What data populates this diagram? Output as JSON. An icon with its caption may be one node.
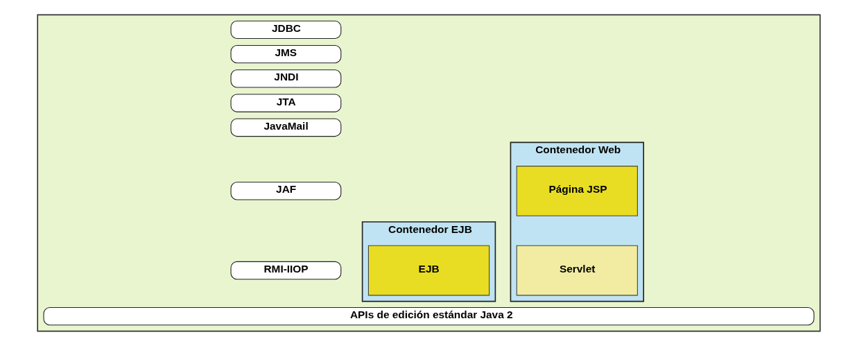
{
  "diagram": {
    "nodes": [
      {
        "text": [],
        "shape": "box"
      },
      {
        "text": [
          "Contenedor Web"
        ],
        "in": 0
      },
      {
        "text": [
          "Página JSP"
        ],
        "in": 1
      },
      {
        "text": [
          "Servlet"
        ],
        "in": 1
      },
      {
        "text": [
          "JDBC"
        ],
        "in": 0
      },
      {
        "text": [
          "JMS"
        ],
        "in": 0
      },
      {
        "text": [
          "JNDI"
        ],
        "in": 0
      },
      {
        "text": [
          "JTA"
        ],
        "in": 0
      },
      {
        "text": [
          "JavaMail"
        ],
        "in": 0
      },
      {
        "text": [
          "JAF"
        ],
        "in": 0
      },
      {
        "text": [
          "RMI-IIOP"
        ],
        "in": 0
      },
      {
        "text": [
          "Contenedor EJB"
        ],
        "in": 0
      },
      {
        "text": [
          "EJB"
        ],
        "in": 11
      },
      {
        "text": [
          "APIs de edición estándar Java 2"
        ],
        "in": 0
      }
    ],
    "edges": []
  }
}
